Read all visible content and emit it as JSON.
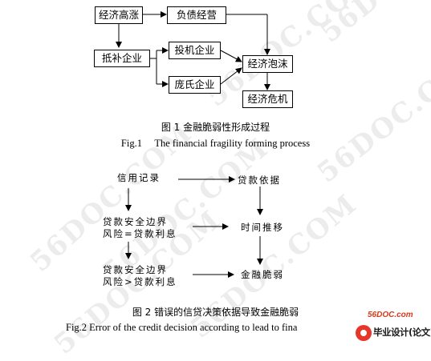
{
  "watermark": "56DOC.COM",
  "figure1": {
    "nodes": {
      "economic_boom": "经济高涨",
      "debt_management": "负债经营",
      "collateral_firm": "抵补企业",
      "speculative_firm": "投机企业",
      "ponzi_firm": "庞氏企业",
      "economic_bubble": "经济泡沫",
      "economic_crisis": "经济危机"
    },
    "caption_cn": "图 1  金融脆弱性形成过程",
    "caption_en": "Fig.1     The financial fragility forming process"
  },
  "figure2": {
    "nodes": {
      "credit_record": "信用记录",
      "loan_basis": "贷款依据",
      "safe_margin_eq_line1": "贷款安全边界",
      "safe_margin_eq_line2": "风险=贷款利息",
      "time_passing": "时间推移",
      "safe_margin_gt_line1": "贷款安全边界",
      "safe_margin_gt_line2": "风险>贷款利息",
      "financial_fragility": "金融脆弱"
    },
    "caption_cn": "图 2  错误的信贷决策依据导致金融脆弱",
    "caption_en": "Fig.2  Error of the credit decision according to lead to fina"
  },
  "site_badge": {
    "url": "56DOC.com",
    "name": "毕业设计(论文)网"
  }
}
